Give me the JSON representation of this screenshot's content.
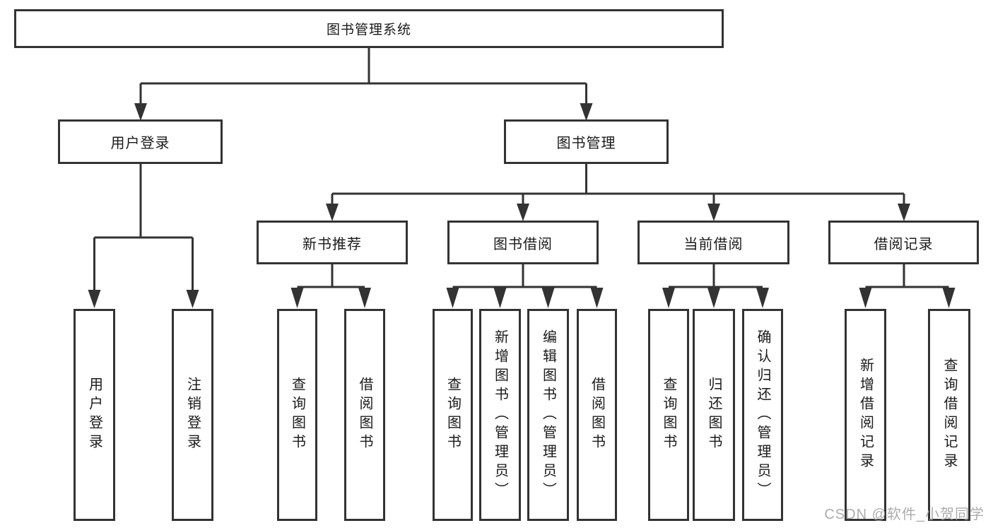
{
  "diagram": {
    "root": {
      "label": "图书管理系统"
    },
    "level2": [
      {
        "label": "用户登录"
      },
      {
        "label": "图书管理"
      }
    ],
    "level3": [
      {
        "label": "新书推荐"
      },
      {
        "label": "图书借阅"
      },
      {
        "label": "当前借阅"
      },
      {
        "label": "借阅记录"
      }
    ],
    "leaves": [
      {
        "label": "用户登录"
      },
      {
        "label": "注销登录"
      },
      {
        "label": "查询图书"
      },
      {
        "label": "借阅图书"
      },
      {
        "label": "查询图书"
      },
      {
        "label": "新增图书（管理员）"
      },
      {
        "label": "编辑图书（管理员）"
      },
      {
        "label": "借阅图书"
      },
      {
        "label": "查询图书"
      },
      {
        "label": "归还图书"
      },
      {
        "label": "确认归还（管理员）"
      },
      {
        "label": "新增借阅记录"
      },
      {
        "label": "查询借阅记录"
      }
    ],
    "colors": {
      "line": "#333333",
      "box_border": "#333333",
      "text": "#1a1a1a",
      "watermark": "#9e9e9e"
    }
  },
  "watermark": {
    "text": "CSDN @软件_小贺同学"
  }
}
